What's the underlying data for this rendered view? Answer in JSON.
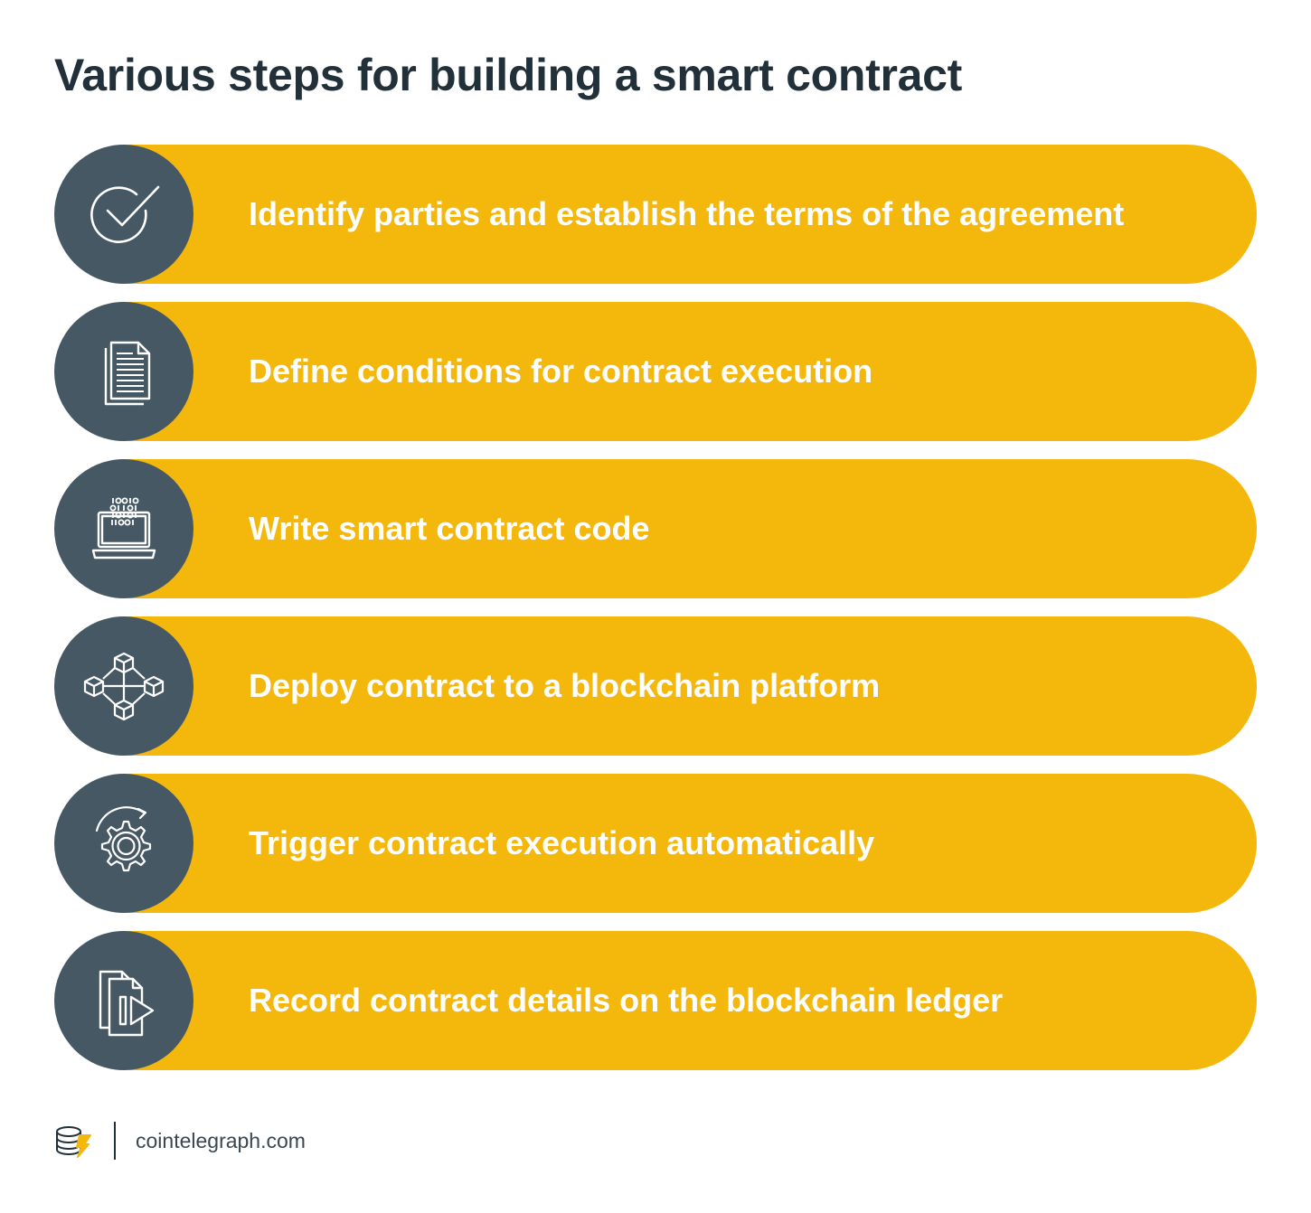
{
  "title": "Various steps for building a smart contract",
  "steps": [
    {
      "label": "Identify parties and establish the terms of the agreement",
      "icon": "checkmark-circle-icon"
    },
    {
      "label": "Define conditions for contract execution",
      "icon": "document-icon"
    },
    {
      "label": "Write smart contract code",
      "icon": "laptop-code-icon"
    },
    {
      "label": "Deploy contract to a blockchain platform",
      "icon": "blockchain-network-icon"
    },
    {
      "label": "Trigger contract execution automatically",
      "icon": "gear-cycle-icon"
    },
    {
      "label": "Record contract details on the blockchain ledger",
      "icon": "file-play-icon"
    }
  ],
  "footer": {
    "site": "cointelegraph.com",
    "logo_icon": "cointelegraph-logo-icon"
  },
  "colors": {
    "pill": "#f4b70c",
    "circle": "#465864",
    "title": "#22303a",
    "label": "#ffffff"
  }
}
